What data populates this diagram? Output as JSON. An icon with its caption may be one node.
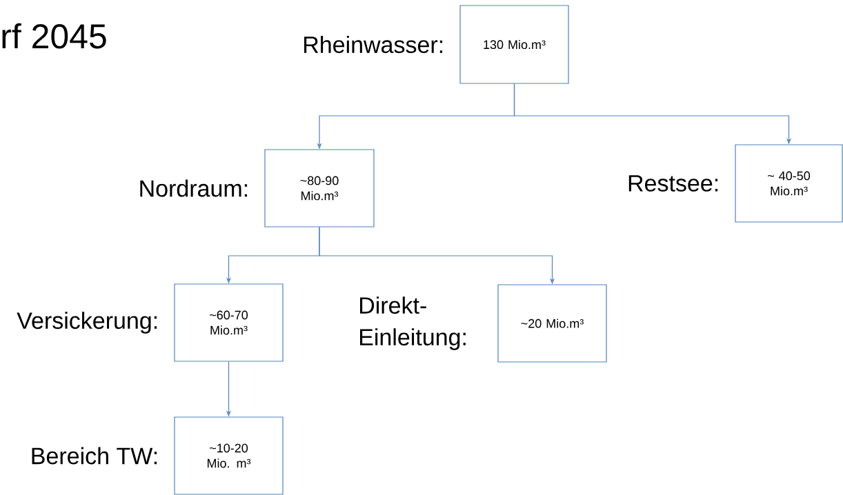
{
  "diagram": {
    "title": "rf 2045",
    "nodes": [
      {
        "text": [
          "Rheinwasser:",
          "130 Mio.m³"
        ]
      },
      {
        "text": [
          "Nordraum:",
          "~80-90 Mio.m³"
        ]
      },
      {
        "text": [
          "Restsee:",
          "~ 40-50 Mio.m³"
        ]
      },
      {
        "text": [
          "Versickerung:",
          "~60-70 Mio.m³"
        ]
      },
      {
        "text": [
          "Direkt- Einleitung:",
          "~20 Mio.m³"
        ]
      },
      {
        "text": [
          "Bereich TW:",
          "~10-20 Mio. m³"
        ]
      }
    ],
    "edges": [
      {
        "from": 0,
        "to": 1,
        "arrow": "to"
      },
      {
        "from": 0,
        "to": 2,
        "arrow": "to"
      },
      {
        "from": 1,
        "to": 3,
        "arrow": "to"
      },
      {
        "from": 1,
        "to": 4,
        "arrow": "to"
      },
      {
        "from": 3,
        "to": 5,
        "arrow": "to"
      }
    ]
  }
}
